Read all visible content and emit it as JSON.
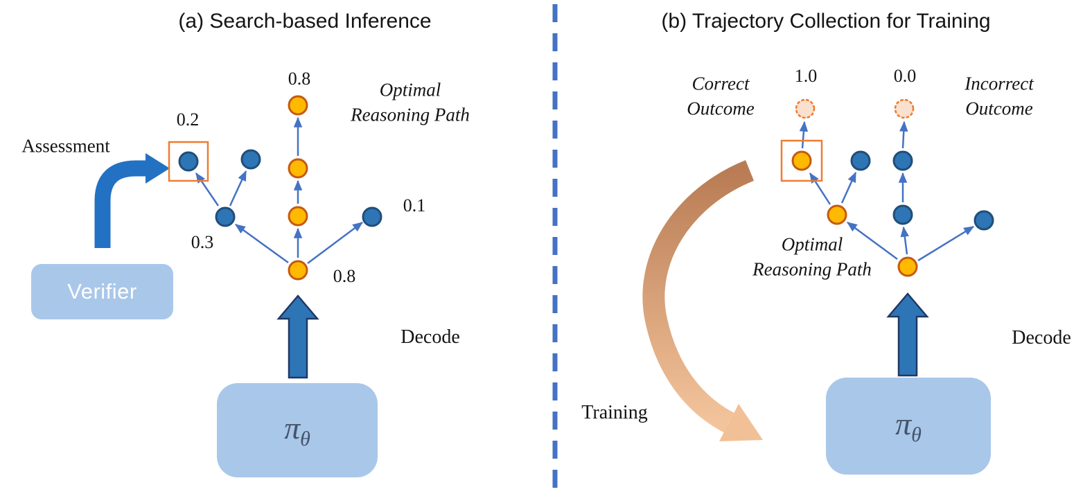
{
  "colors": {
    "node_orange_fill": "#FFB900",
    "node_orange_stroke": "#C55A11",
    "node_blue_fill": "#2E75B6",
    "node_blue_stroke": "#1F4E79",
    "arrow_blue": "#4472C4",
    "thick_arrow_blue": "#2E75B6",
    "box_light_blue": "#A9C7E9",
    "divider_blue": "#4472C4",
    "highlight_square_orange": "#ED7D31",
    "dotted_node_fill": "#FAE0CE",
    "assessment_arrow_blue": "#2271C3",
    "training_arrow_top": "#B97C54",
    "training_arrow_bottom": "#F3C49C"
  },
  "panel_a": {
    "title": "(a) Search-based Inference",
    "assessment_label": "Assessment",
    "verifier_label": "Verifier",
    "decode_label": "Decode",
    "policy_symbol": "π",
    "policy_subscript": "θ",
    "optimal_path_line1": "Optimal",
    "optimal_path_line2": "Reasoning Path",
    "scores": {
      "top_node": "0.8",
      "boxed_node": "0.2",
      "left_branch": "0.3",
      "right_branch": "0.1",
      "root_node": "0.8"
    }
  },
  "panel_b": {
    "title": "(b) Trajectory Collection for Training",
    "correct_outcome_line1": "Correct",
    "correct_outcome_line2": "Outcome",
    "incorrect_outcome_line1": "Incorrect",
    "incorrect_outcome_line2": "Outcome",
    "correct_score": "1.0",
    "incorrect_score": "0.0",
    "optimal_path_line1": "Optimal",
    "optimal_path_line2": "Reasoning Path",
    "decode_label": "Decode",
    "training_label": "Training",
    "policy_symbol": "π",
    "policy_subscript": "θ"
  }
}
